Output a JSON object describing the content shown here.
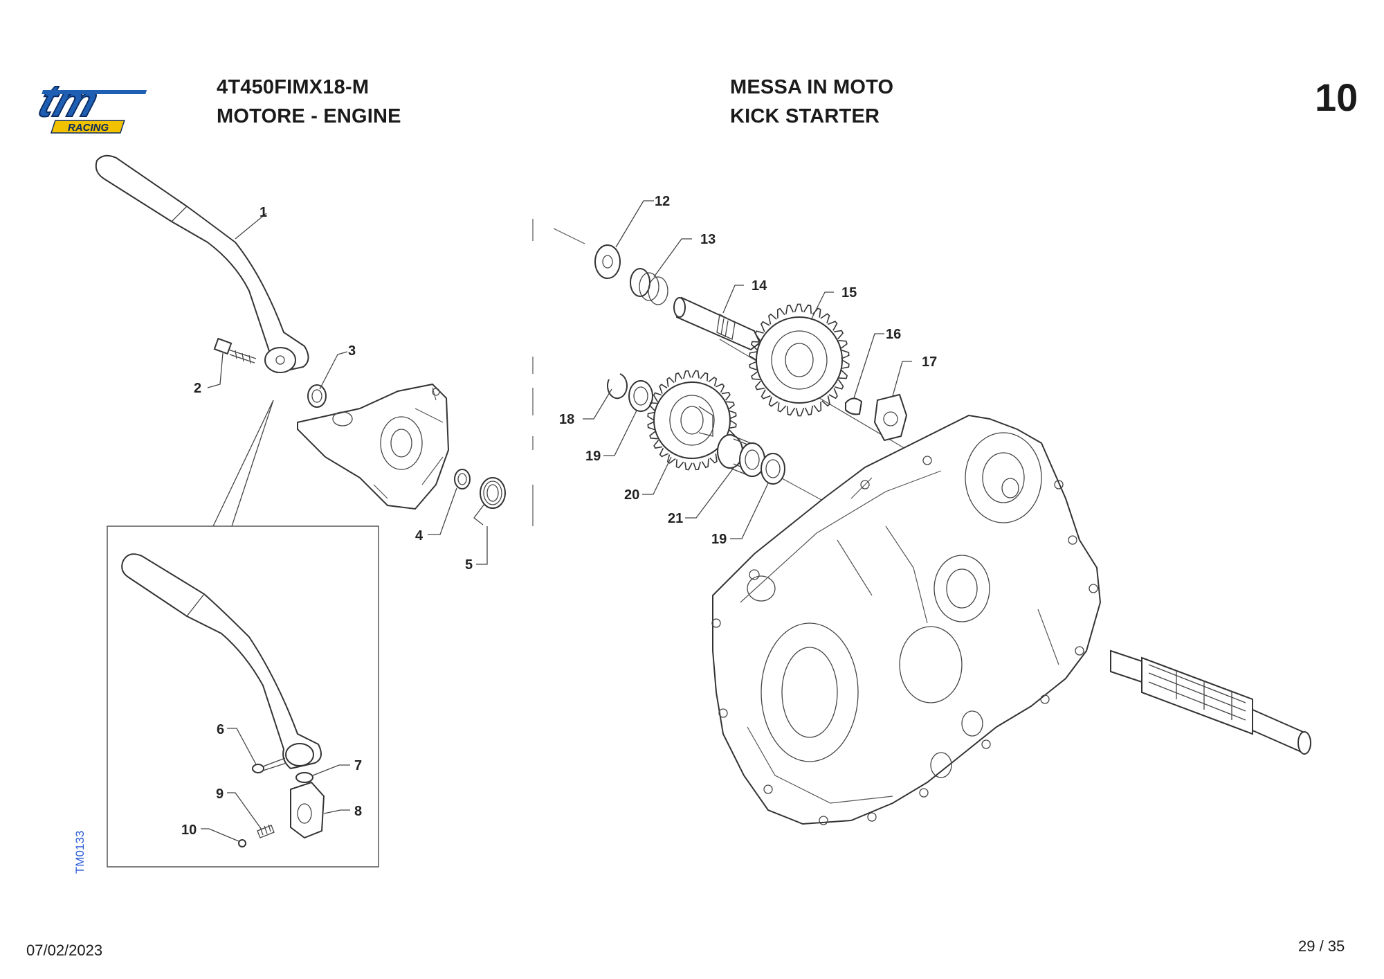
{
  "header": {
    "model_code": "4T450FIMX18-M",
    "section_it_en": "MOTORE - ENGINE",
    "group_it": "MESSA IN MOTO",
    "group_en": "KICK STARTER",
    "table_number": "10"
  },
  "logo": {
    "main_text": "tm",
    "sub_text": "RACING",
    "color_main": "#1e5fb4",
    "color_sub": "#f2c200"
  },
  "drawing_code": "TM0133",
  "callouts": {
    "c1": "1",
    "c2": "2",
    "c3": "3",
    "c4": "4",
    "c5": "5",
    "c6": "6",
    "c7": "7",
    "c8": "8",
    "c9": "9",
    "c10": "10",
    "c12": "12",
    "c13": "13",
    "c14": "14",
    "c15": "15",
    "c16": "16",
    "c17": "17",
    "c18": "18",
    "c19a": "19",
    "c19b": "19",
    "c20": "20",
    "c21": "21"
  },
  "footer": {
    "date": "07/02/2023",
    "page": "29 / 35"
  }
}
